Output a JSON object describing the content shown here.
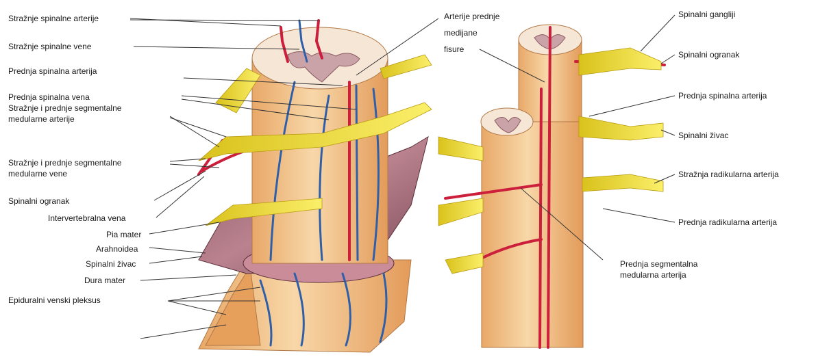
{
  "labels_left": [
    "Stražnje spinalne arterije",
    "Stražnje spinalne vene",
    "Prednja spinalna arterija",
    "Prednja spinalna vena",
    "Stražnje i prednje segmentalne\nmedularne arterije",
    "Stražnje i prednje segmentalne\nmedularne vene",
    "Spinalni ogranak",
    "Intervertebralna vena",
    "Pia mater",
    "Arahnoidea",
    "Spinalni živac",
    "Dura mater",
    "Epiduralni venski pleksus"
  ],
  "labels_center": [
    "Arterije prednje\nmedijane\nfisure",
    "Prednja segmentalna\nmedularna arterija"
  ],
  "labels_right": [
    "Spinalni gangliji",
    "Spinalni ogranak",
    "Prednja spinalna arterija",
    "Spinalni živac",
    "Stražnja radikularna arterija",
    "Prednja radikularna arterija"
  ],
  "colors": {
    "artery": "#cc1f3c",
    "vein": "#2f5fa8",
    "nerve": "#f2e34a",
    "cord": "#f3c48e",
    "grey_matter": "#c9a3a8",
    "dura": "#a36b78"
  }
}
